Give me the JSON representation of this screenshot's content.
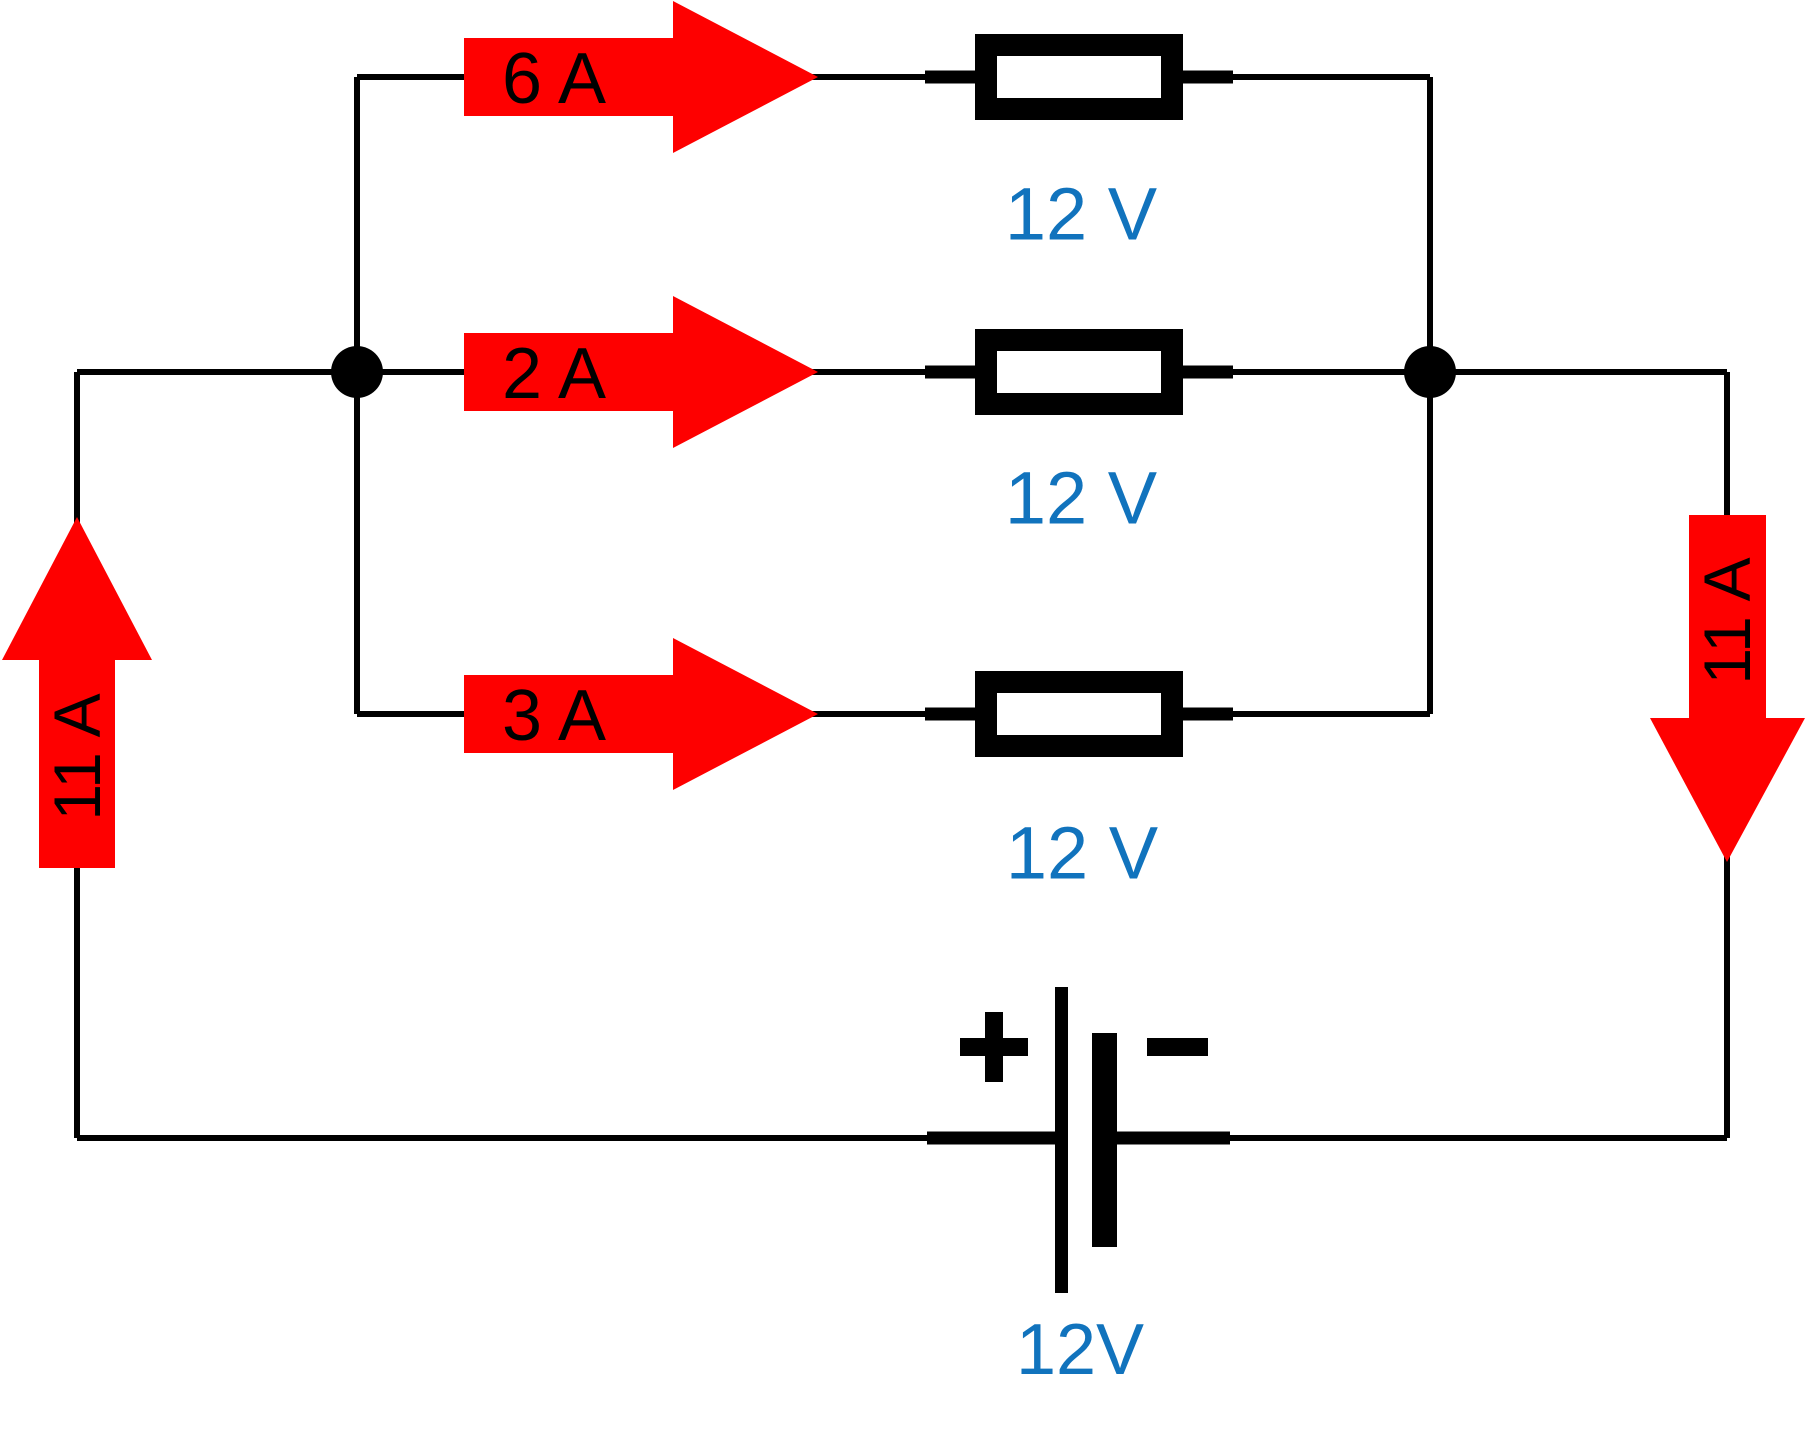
{
  "diagram": {
    "kind": "parallel-resistor-circuit",
    "branches": [
      {
        "current": "6 A",
        "voltage": "12 V"
      },
      {
        "current": "2 A",
        "voltage": "12 V"
      },
      {
        "current": "3 A",
        "voltage": "12 V"
      }
    ],
    "totals": {
      "left_current": "11 A",
      "right_current": "11 A"
    },
    "battery": {
      "voltage": "12V",
      "plus_sign": "+",
      "minus_sign": "−"
    }
  },
  "colors": {
    "wire": "#000000",
    "arrow_red": "#fe0000",
    "label_blue": "#1173bd",
    "text_black": "#000000",
    "background": "#ffffff"
  }
}
